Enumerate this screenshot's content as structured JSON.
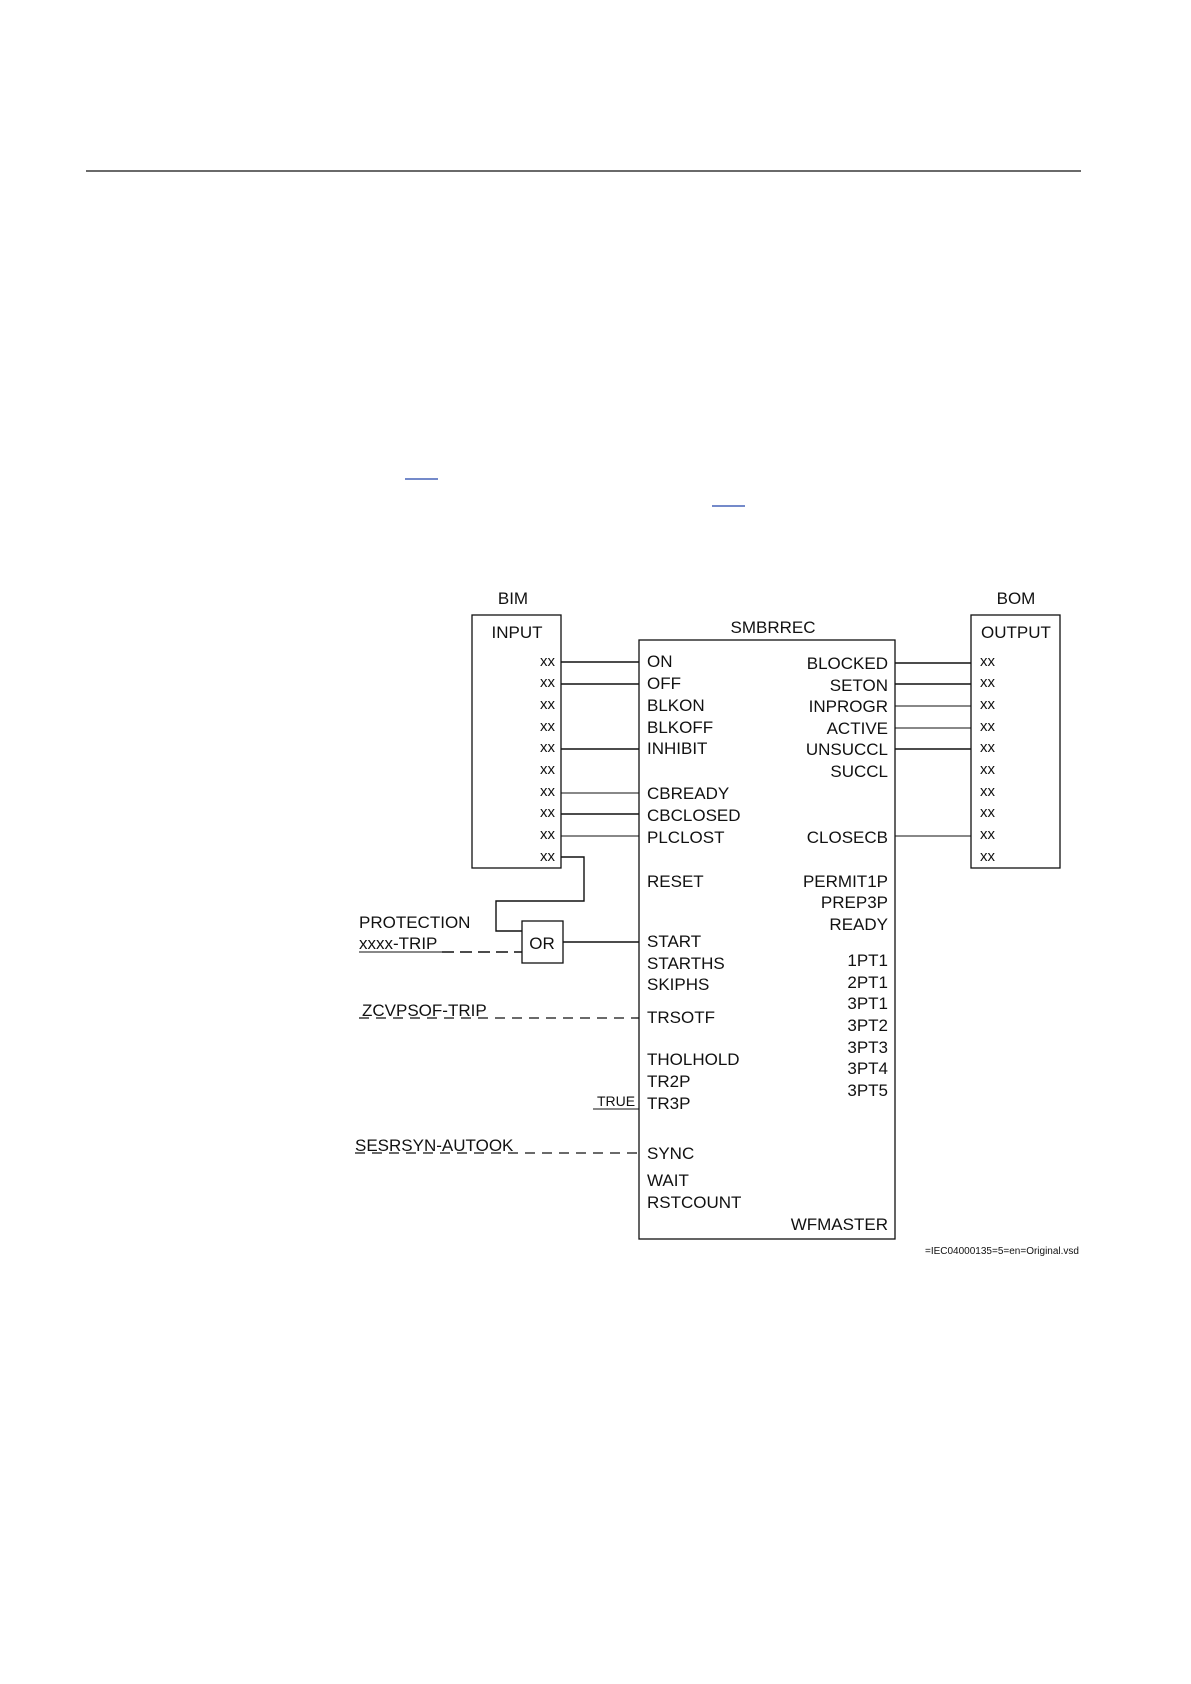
{
  "bim": {
    "title": "BIM",
    "header": "INPUT",
    "rows": [
      "xx",
      "xx",
      "xx",
      "xx",
      "xx",
      "xx",
      "xx",
      "xx",
      "xx",
      "xx"
    ]
  },
  "bom": {
    "title": "BOM",
    "header": "OUTPUT",
    "rows": [
      "xx",
      "xx",
      "xx",
      "xx",
      "xx",
      "xx",
      "xx",
      "xx",
      "xx",
      "xx"
    ]
  },
  "block": {
    "title": "SMBRREC",
    "inputs": [
      "ON",
      "OFF",
      "BLKON",
      "BLKOFF",
      "INHIBIT",
      "CBREADY",
      "CBCLOSED",
      "PLCLOST",
      "RESET",
      "START",
      "STARTHS",
      "SKIPHS",
      "TRSOTF",
      "THOLHOLD",
      "TR2P",
      "TR3P",
      "SYNC",
      "WAIT",
      "RSTCOUNT"
    ],
    "outputs": [
      "BLOCKED",
      "SETON",
      "INPROGR",
      "ACTIVE",
      "UNSUCCL",
      "SUCCL",
      "CLOSECB",
      "PERMIT1P",
      "PREP3P",
      "READY",
      "1PT1",
      "2PT1",
      "3PT1",
      "3PT2",
      "3PT3",
      "3PT4",
      "3PT5",
      "WFMASTER"
    ]
  },
  "external": {
    "protection": "PROTECTION",
    "trip": "xxxx-TRIP",
    "or_gate": "OR",
    "zcvpsof": "ZCVPSOF-TRIP",
    "true_const": "TRUE",
    "sesrsyn": "SESRSYN-AUTOOK"
  },
  "figure_id": "=IEC04000135=5=en=Original.vsd"
}
